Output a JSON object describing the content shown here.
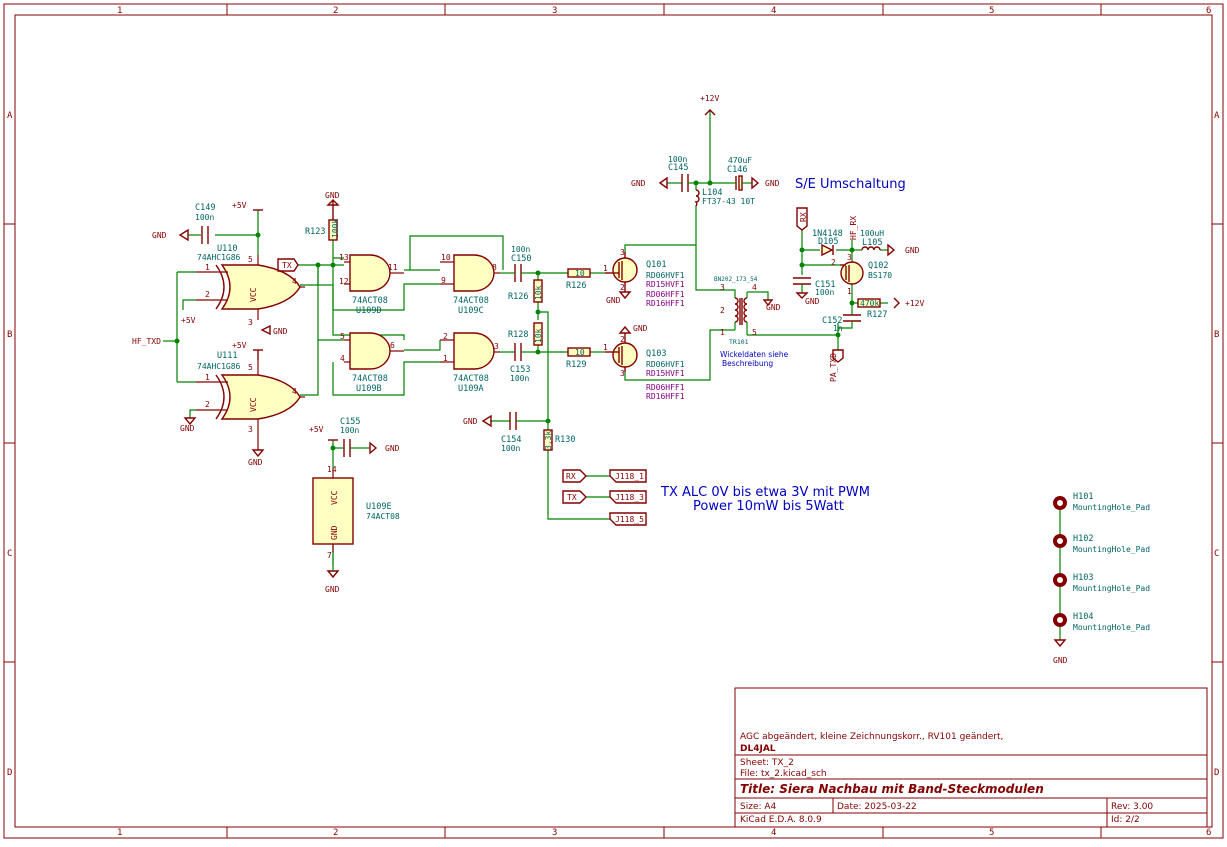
{
  "frame": {
    "columns": [
      "1",
      "2",
      "3",
      "4",
      "5",
      "6"
    ],
    "rows": [
      "A",
      "B",
      "C",
      "D"
    ]
  },
  "power": {
    "gnd": "GND",
    "p5v": "+5V",
    "p12v": "+12V"
  },
  "components": {
    "c149": {
      "ref": "C149",
      "val": "100n"
    },
    "u110": {
      "ref": "U110",
      "val": "74AHC1G86"
    },
    "u111": {
      "ref": "U111",
      "val": "74AHC1G86"
    },
    "r123": {
      "ref": "R123",
      "val": "100k"
    },
    "u109d": {
      "ref": "U109D",
      "val": "74ACT08"
    },
    "u109c": {
      "ref": "U109C",
      "val": "74ACT08"
    },
    "u109b": {
      "ref": "U109B",
      "val": "74ACT08"
    },
    "u109a": {
      "ref": "U109A",
      "val": "74ACT08"
    },
    "u109e": {
      "ref": "U109E",
      "val": "74ACT08"
    },
    "c155": {
      "ref": "C155",
      "val": "100n"
    },
    "c150": {
      "ref": "C150",
      "val": "100n"
    },
    "c153": {
      "ref": "C153",
      "val": "100n"
    },
    "c154": {
      "ref": "C154",
      "val": "100n"
    },
    "r126": {
      "ref": "R126",
      "val": "10k"
    },
    "r128": {
      "ref": "R128",
      "val": "10k"
    },
    "r126b": {
      "ref": "R126",
      "val": "10"
    },
    "r129": {
      "ref": "R129",
      "val": "10"
    },
    "r130": {
      "ref": "R130",
      "val": "3,3k"
    },
    "q101": {
      "ref": "Q101",
      "val": "RD06HVF1",
      "alt": [
        "RD15HVF1",
        "RD06HFF1",
        "RD16HFF1"
      ]
    },
    "q103": {
      "ref": "Q103",
      "val": "RD06HVF1",
      "alt": [
        "RD15HVF1",
        "RD06HFF1",
        "RD16HFF1"
      ]
    },
    "c145": {
      "ref": "C145",
      "val": "100n"
    },
    "c146": {
      "ref": "C146",
      "val": "470uF"
    },
    "l104": {
      "ref": "L104",
      "val": "FT37-43 10T"
    },
    "tr101": {
      "ref": "TR101",
      "val": "BN202_173_54"
    },
    "d105": {
      "ref": "D105",
      "val": "1N4148"
    },
    "l105": {
      "ref": "L105",
      "val": "100uH"
    },
    "q102": {
      "ref": "Q102",
      "val": "BS170"
    },
    "c151": {
      "ref": "C151",
      "val": "100n"
    },
    "r127": {
      "ref": "R127",
      "val": "470k"
    },
    "c152": {
      "ref": "C152",
      "val": "1n"
    },
    "h101": {
      "ref": "H101",
      "val": "MountingHole_Pad"
    },
    "h102": {
      "ref": "H102",
      "val": "MountingHole_Pad"
    },
    "h103": {
      "ref": "H103",
      "val": "MountingHole_Pad"
    },
    "h104": {
      "ref": "H104",
      "val": "MountingHole_Pad"
    }
  },
  "labels": {
    "hf_txd": "HF_TXD",
    "tx": "TX",
    "rx": "RX",
    "hf_rx": "HF_RX",
    "pa_txd": "PA_TXD",
    "j118_1": "J118_1",
    "j118_3": "J118_3",
    "j118_5": "J118_5"
  },
  "notes": {
    "se_switch": "S/E Umschaltung",
    "winding": "Wickeldaten siehe",
    "winding2": "Beschreibung",
    "alc1": "TX ALC 0V bis etwa 3V mit PWM",
    "alc2": "Power 10mW bis 5Watt"
  },
  "title_block": {
    "comment": "AGC abgeändert, kleine Zeichnungskorr., RV101 geändert,",
    "author": "DL4JAL",
    "sheet": "Sheet: TX_2",
    "file": "File: tx_2.kicad_sch",
    "title": "Title: Siera Nachbau mit Band-Steckmodulen",
    "size": "Size: A4",
    "date": "Date: 2025-03-22",
    "rev": "Rev: 3.00",
    "tool": "KiCad E.D.A. 8.0.9",
    "id": "Id: 2/2"
  }
}
